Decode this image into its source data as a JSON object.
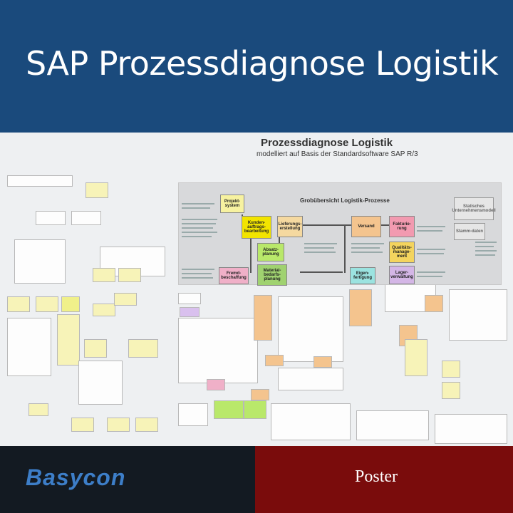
{
  "banner": {
    "title": "SAP Prozessdiagnose Logistik"
  },
  "poster": {
    "title": "Prozessdiagnose  Logistik",
    "subtitle": "modelliert auf Basis der Standardsoftware SAP R/3",
    "overview_heading": "Grobübersicht Logistik-Prozesse",
    "nodes": {
      "projektsystem": "Projekt-system",
      "kundenauftrag": "Kunden-auftrags-bearbeitung",
      "lieferung": "Lieferungs-erstellung",
      "versand": "Versand",
      "fakturierung": "Fakturie-rung",
      "absatzplanung": "Absatz-planung",
      "qualitaet": "Qualitäts-manage-ment",
      "fremdbeschaffung": "Fremd-beschaffung",
      "materialbedarf": "Material-bedarfs-planung",
      "eigenfertigung": "Eigen-fertigung",
      "lagerverwaltung": "Lager-verwaltung"
    },
    "side_boxes": {
      "statisch": "Statisches Unternehmensmodell",
      "stammdaten": "Stamm-daten"
    }
  },
  "footer": {
    "brand": "Basycon",
    "label": "Poster"
  },
  "colors": {
    "banner": "#1a4a7c",
    "projekt": "#f7f2a0",
    "kunden": "#f2e400",
    "lieferung": "#f5d9a0",
    "versand": "#f4c48e",
    "faktura": "#f29ab0",
    "absatz": "#b9e86a",
    "qualitaet": "#f4d45e",
    "fremd": "#f0b0c8",
    "material": "#a0d270",
    "eigen": "#9be3e0",
    "lager": "#d4b6e6",
    "footer_left": "#131a22",
    "footer_right": "#7a0c0c",
    "brand_text": "#3d7ec8"
  }
}
